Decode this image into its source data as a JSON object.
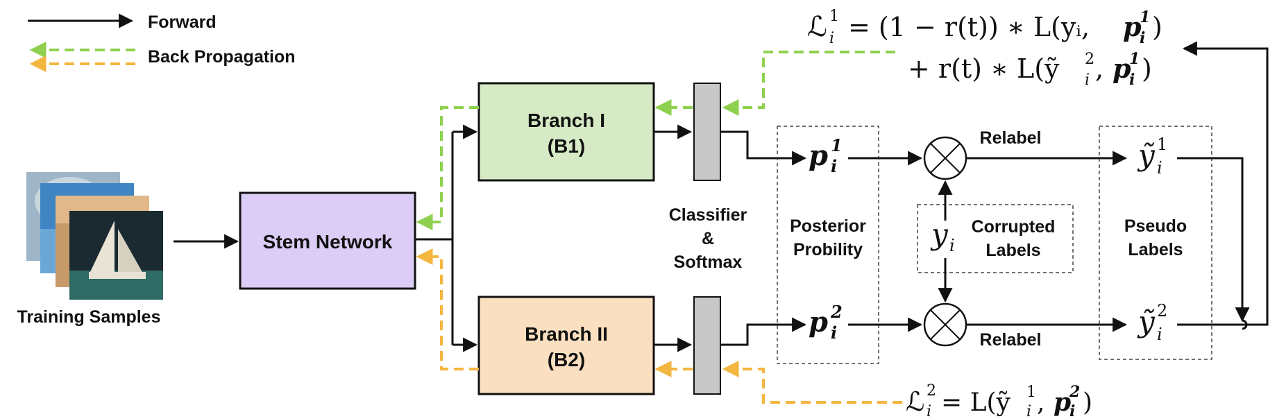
{
  "legend": {
    "forward": "Forward",
    "back_propagation": "Back Propagation"
  },
  "colors": {
    "stem": "#dccdf6",
    "branch1": "#d6ebc5",
    "branch2": "#fae0c0",
    "classifier": "#c8c8c8",
    "green_arrow": "#8fd14f",
    "orange_arrow": "#f3b63f",
    "black": "#111111"
  },
  "training_samples": "Training Samples",
  "stem_network": "Stem Network",
  "branch1": {
    "line1": "Branch I",
    "line2": "(B1)"
  },
  "branch2": {
    "line1": "Branch II",
    "line2": "(B2)"
  },
  "classifier": {
    "line1": "Classifier",
    "line2": "&",
    "line3": "Softmax"
  },
  "posterior": {
    "line1": "Posterior",
    "line2": "Probility"
  },
  "corrupted": {
    "line1": "Corrupted",
    "line2": "Labels"
  },
  "pseudo": {
    "line1": "Pseudo",
    "line2": "Labels"
  },
  "relabel_top": "Relabel",
  "relabel_bottom": "Relabel",
  "math": {
    "p1": {
      "base": "p",
      "sub": "i",
      "sup": "1"
    },
    "p2": {
      "base": "p",
      "sub": "i",
      "sup": "2"
    },
    "y": {
      "base": "y",
      "sub": "i"
    },
    "ytilde1": {
      "base": "ỹ",
      "sub": "i",
      "sup": "1"
    },
    "ytilde2": {
      "base": "ỹ",
      "sub": "i",
      "sup": "2"
    },
    "loss1_line1": {
      "lhs": "ℒ",
      "sub": "i",
      "sup": "1",
      "rest": "= (1 − r(t)) ∗ L(yᵢ, ",
      "pb": "p",
      "psub": "i",
      "psup": "1",
      "close": ")"
    },
    "loss1_line2": {
      "rest": "+ r(t) ∗ L(ỹ",
      "ysub": "i",
      "ysup": "2",
      "mid": ", ",
      "pb": "p",
      "psub": "i",
      "psup": "1",
      "close": ")"
    },
    "loss2": {
      "lhs": "ℒ",
      "sub": "i",
      "sup": "2",
      "rest": "= L(ỹ",
      "ysub": "i",
      "ysup": "1",
      "mid": ", ",
      "pb": "p",
      "psub": "i",
      "psup": "2",
      "close": ")"
    }
  }
}
